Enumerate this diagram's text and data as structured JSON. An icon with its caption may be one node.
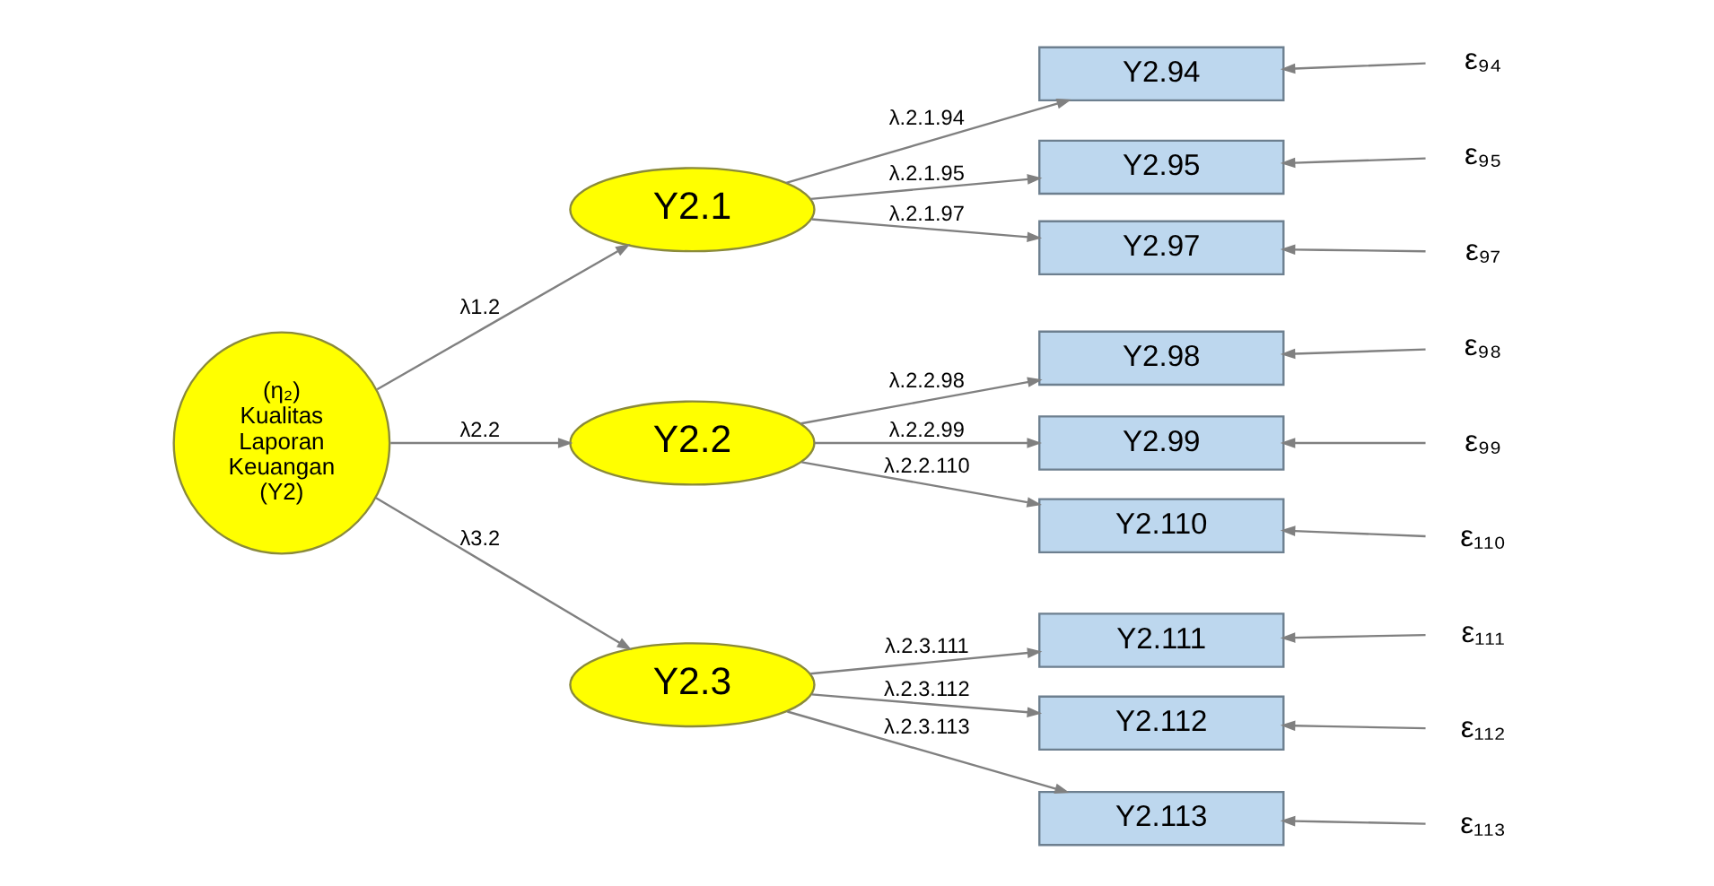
{
  "diagram": {
    "nodes": [
      {
        "text": [
          "(η₂) Kualitas Laporan Keuangan (Y2)"
        ]
      },
      {
        "text": [
          "Y2.1"
        ]
      },
      {
        "text": [
          "Y2.2"
        ]
      },
      {
        "text": [
          "Y2.3"
        ]
      },
      {
        "text": [
          "Y2.94"
        ]
      },
      {
        "text": [
          "Y2.95"
        ]
      },
      {
        "text": [
          "Y2.97"
        ]
      },
      {
        "text": [
          "Y2.98"
        ]
      },
      {
        "text": [
          "Y2.99"
        ]
      },
      {
        "text": [
          "Y2.110"
        ]
      },
      {
        "text": [
          "Y2.111"
        ]
      },
      {
        "text": [
          "Y2.112"
        ]
      },
      {
        "text": [
          "Y2.113"
        ]
      },
      {
        "text": [
          "ε₉₄"
        ]
      },
      {
        "text": [
          "ε₉₅"
        ]
      },
      {
        "text": [
          "ε₉₇"
        ]
      },
      {
        "text": [
          "ε₉₈"
        ]
      },
      {
        "text": [
          "ε₉₉"
        ]
      },
      {
        "text": [
          "ε₁₁₀"
        ]
      },
      {
        "text": [
          "ε₁₁₁"
        ]
      },
      {
        "text": [
          "ε₁₁₂"
        ]
      },
      {
        "text": [
          "ε₁₁₃"
        ]
      }
    ],
    "edges": [
      {
        "from": 0,
        "to": 1,
        "arrow": "to",
        "label": "λ1.2"
      },
      {
        "from": 0,
        "to": 2,
        "arrow": "to",
        "label": "λ2.2"
      },
      {
        "from": 0,
        "to": 3,
        "arrow": "to",
        "label": "λ3.2"
      },
      {
        "from": 1,
        "to": 4,
        "arrow": "to",
        "label": "λ.2.1.94"
      },
      {
        "from": 1,
        "to": 5,
        "arrow": "to",
        "label": "λ.2.1.95"
      },
      {
        "from": 1,
        "to": 6,
        "arrow": "to",
        "label": "λ.2.1.97"
      },
      {
        "from": 2,
        "to": 7,
        "arrow": "to",
        "label": "λ.2.2.98"
      },
      {
        "from": 2,
        "to": 8,
        "arrow": "to",
        "label": "λ.2.2.99"
      },
      {
        "from": 2,
        "to": 9,
        "arrow": "to",
        "label": "λ.2.2.110"
      },
      {
        "from": 3,
        "to": 10,
        "arrow": "to",
        "label": "λ.2.3.111"
      },
      {
        "from": 3,
        "to": 11,
        "arrow": "to",
        "label": "λ.2.3.112"
      },
      {
        "from": 3,
        "to": 12,
        "arrow": "to",
        "label": "λ.2.3.113"
      },
      {
        "from": 13,
        "to": 4,
        "arrow": "to"
      },
      {
        "from": 14,
        "to": 5,
        "arrow": "to"
      },
      {
        "from": 15,
        "to": 6,
        "arrow": "to"
      },
      {
        "from": 16,
        "to": 7,
        "arrow": "to"
      },
      {
        "from": 17,
        "to": 8,
        "arrow": "to"
      },
      {
        "from": 18,
        "to": 9,
        "arrow": "to"
      },
      {
        "from": 19,
        "to": 10,
        "arrow": "to"
      },
      {
        "from": 20,
        "to": 11,
        "arrow": "to"
      },
      {
        "from": 21,
        "to": 12,
        "arrow": "to"
      }
    ]
  }
}
